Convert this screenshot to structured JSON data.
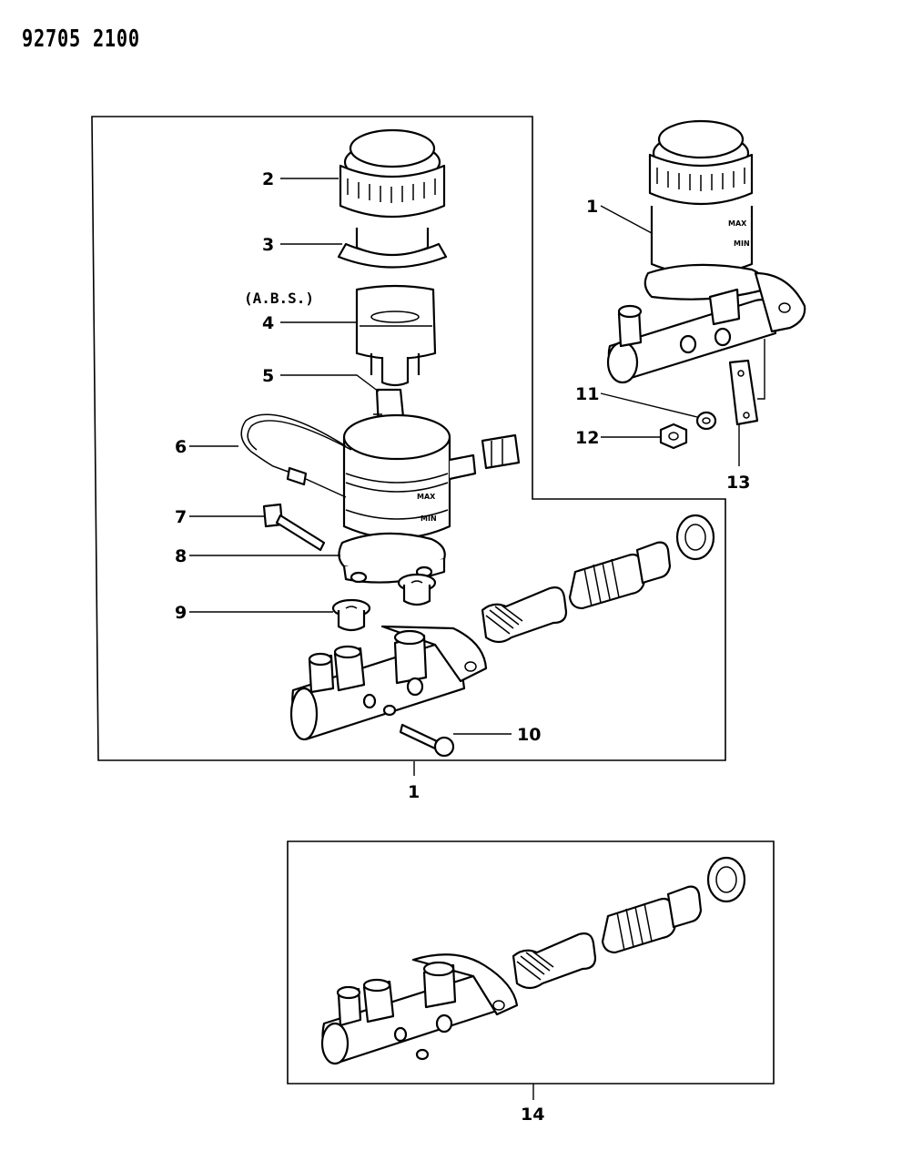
{
  "document_id": "92705 2100",
  "abs_label": "(A.B.S.)",
  "callouts": {
    "c1_main": "1",
    "c1_alt": "1",
    "c2": "2",
    "c3": "3",
    "c4": "4",
    "c5": "5",
    "c6": "6",
    "c7": "7",
    "c8": "8",
    "c9": "9",
    "c10": "10",
    "c11": "11",
    "c12": "12",
    "c13": "13",
    "c14": "14"
  },
  "level_marks": {
    "max": "MAX",
    "min": "MIN"
  }
}
